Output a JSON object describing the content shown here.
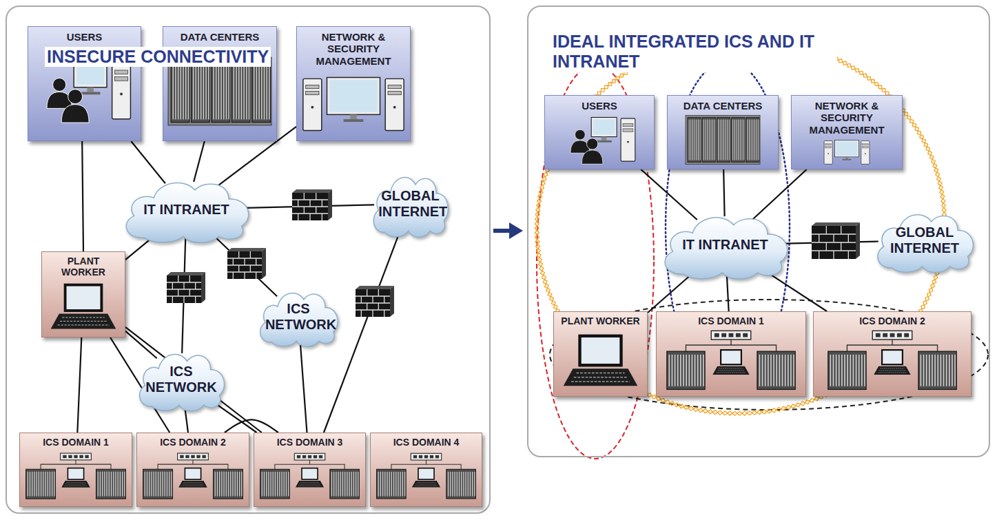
{
  "diagram": {
    "nodes": [
      {
        "text": [
          "INSECURE CONNECTIVITY"
        ]
      },
      {
        "text": [
          "USERS"
        ],
        "in": 0
      },
      {
        "text": [
          "DATA CENTERS"
        ],
        "in": 0
      },
      {
        "text": [
          "NETWORK & SECURITY MANAGEMENT"
        ],
        "in": 0
      },
      {
        "text": [
          "IT INTRANET"
        ],
        "in": 0
      },
      {
        "text": [
          "GLOBAL INTERNET"
        ],
        "in": 0
      },
      {
        "text": [
          "PLANT WORKER"
        ],
        "in": 0
      },
      {
        "text": [
          "ICS NETWORK"
        ],
        "in": 0
      },
      {
        "text": [
          "ICS NETWORK"
        ],
        "in": 0
      },
      {
        "text": [
          "ICS DOMAIN 1"
        ],
        "in": 0
      },
      {
        "text": [
          "ICS DOMAIN 2"
        ],
        "in": 0
      },
      {
        "text": [
          "ICS DOMAIN 3"
        ],
        "in": 0
      },
      {
        "text": [
          "ICS DOMAIN 4"
        ],
        "in": 0
      },
      {
        "text": [
          "IDEAL INTEGRATED ICS AND IT INTRANET"
        ]
      },
      {
        "text": [
          "USERS"
        ],
        "in": 13
      },
      {
        "text": [
          "DATA CENTERS"
        ],
        "in": 13
      },
      {
        "text": [
          "NETWORK & SECURITY MANAGEMENT"
        ],
        "in": 13
      },
      {
        "text": [
          "IT INTRANET"
        ],
        "in": 13
      },
      {
        "text": [
          "GLOBAL INTERNET"
        ],
        "in": 13
      },
      {
        "text": [
          "PLANT WORKER"
        ],
        "in": 13
      },
      {
        "text": [
          "ICS DOMAIN 1"
        ],
        "in": 13
      },
      {
        "text": [
          "ICS DOMAIN 2"
        ],
        "in": 13
      }
    ],
    "edges": [
      {
        "from": 1,
        "to": 6,
        "arrow": "none"
      },
      {
        "from": 1,
        "to": 4,
        "arrow": "none"
      },
      {
        "from": 2,
        "to": 4,
        "arrow": "none"
      },
      {
        "from": 3,
        "to": 4,
        "arrow": "none"
      },
      {
        "from": 4,
        "to": 5,
        "arrow": "none"
      },
      {
        "from": 6,
        "to": 4,
        "arrow": "none"
      },
      {
        "from": 4,
        "to": 8,
        "arrow": "none"
      },
      {
        "from": 4,
        "to": 7,
        "arrow": "none"
      },
      {
        "from": 5,
        "to": 11,
        "arrow": "none"
      },
      {
        "from": 6,
        "to": 8,
        "arrow": "none"
      },
      {
        "from": 6,
        "to": 9,
        "arrow": "none"
      },
      {
        "from": 6,
        "to": 10,
        "arrow": "none"
      },
      {
        "from": 6,
        "to": 11,
        "arrow": "none"
      },
      {
        "from": 8,
        "to": 10,
        "arrow": "none"
      },
      {
        "from": 8,
        "to": 11,
        "arrow": "none"
      },
      {
        "from": 10,
        "to": 11,
        "arrow": "none"
      },
      {
        "from": 7,
        "to": 11,
        "arrow": "none"
      },
      {
        "from": 14,
        "to": 17,
        "arrow": "none"
      },
      {
        "from": 15,
        "to": 17,
        "arrow": "none"
      },
      {
        "from": 16,
        "to": 17,
        "arrow": "none"
      },
      {
        "from": 17,
        "to": 18,
        "arrow": "none"
      },
      {
        "from": 17,
        "to": 19,
        "arrow": "none"
      },
      {
        "from": 17,
        "to": 20,
        "arrow": "none"
      },
      {
        "from": 17,
        "to": 21,
        "arrow": "none"
      }
    ]
  }
}
